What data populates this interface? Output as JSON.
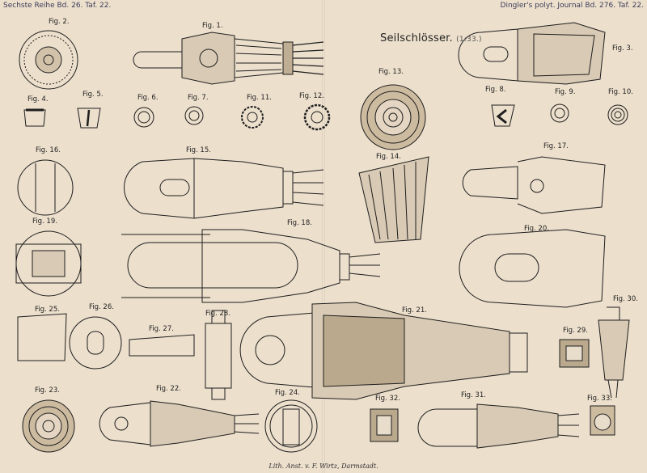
{
  "header": {
    "left": "Sechste Reihe Bd. 26. Taf. 22.",
    "right": "Dingler's polyt. Journal Bd. 276. Taf. 22."
  },
  "title": "Seilschlösser.",
  "scale": "(1:33.)",
  "figures": [
    "Fig. 1.",
    "Fig. 2.",
    "Fig. 3.",
    "Fig. 4.",
    "Fig. 5.",
    "Fig. 6.",
    "Fig. 7.",
    "Fig. 8.",
    "Fig. 9.",
    "Fig. 10.",
    "Fig. 11.",
    "Fig. 12.",
    "Fig. 13.",
    "Fig. 14.",
    "Fig. 15.",
    "Fig. 16.",
    "Fig. 17.",
    "Fig. 18.",
    "Fig. 19.",
    "Fig. 20.",
    "Fig. 21.",
    "Fig. 22.",
    "Fig. 23.",
    "Fig. 24.",
    "Fig. 25.",
    "Fig. 26.",
    "Fig. 27.",
    "Fig. 28.",
    "Fig. 29.",
    "Fig. 30.",
    "Fig. 31.",
    "Fig. 32.",
    "Fig. 33."
  ],
  "footer": "Lith. Anst. v. F. Wirtz, Darmstadt."
}
